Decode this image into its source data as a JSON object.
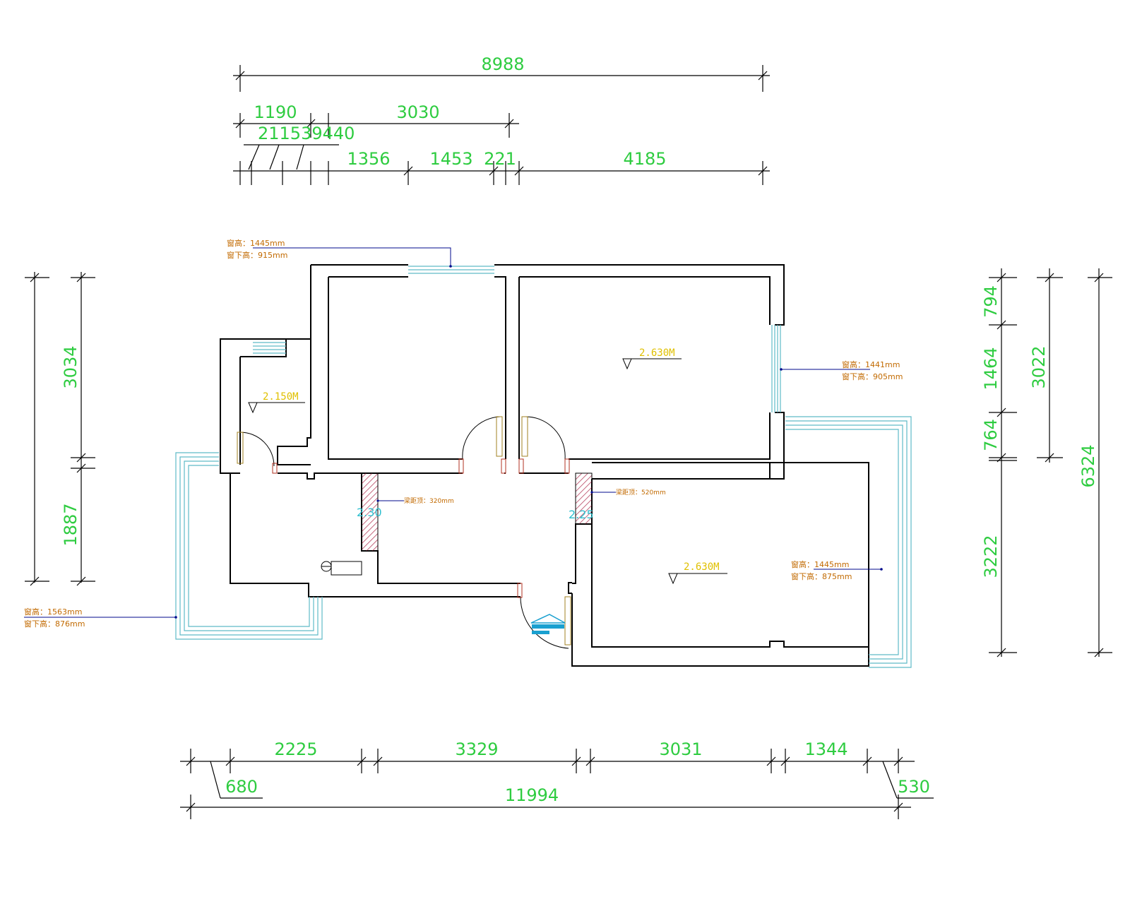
{
  "dimensions": {
    "top_overall": "8988",
    "top_row2": [
      "1190",
      "3030"
    ],
    "top_row3_small": "211539440",
    "top_row4": [
      "1356",
      "1453",
      "221",
      "4185"
    ],
    "left": [
      "3034",
      "1887"
    ],
    "right_inner": [
      "794",
      "1464",
      "764",
      "3222"
    ],
    "right_mid": "3022",
    "right_outer": "6324",
    "bottom": [
      "2225",
      "3329",
      "3031",
      "1344"
    ],
    "bottom_offsets": [
      "680",
      "530"
    ],
    "bottom_overall": "11994"
  },
  "window_notes": {
    "top": {
      "height": "窗高：1445mm",
      "sill": "窗下高：915mm"
    },
    "right_upper": {
      "height": "窗高：1441mm",
      "sill": "窗下高：905mm"
    },
    "right_lower": {
      "height": "窗高：1445mm",
      "sill": "窗下高：875mm"
    },
    "left": {
      "height": "窗高：1563mm",
      "sill": "窗下高：876mm"
    }
  },
  "levels": [
    "2.630M",
    "2.150M",
    "2.630M"
  ],
  "beam_notes": [
    "梁距顶：320mm",
    "梁距顶：520mm"
  ],
  "colors": {
    "dimension": "#2ecc40",
    "note": "#c26a00",
    "level": "#e0c000",
    "glass": "#5fbac8",
    "leader": "#000a8c"
  }
}
